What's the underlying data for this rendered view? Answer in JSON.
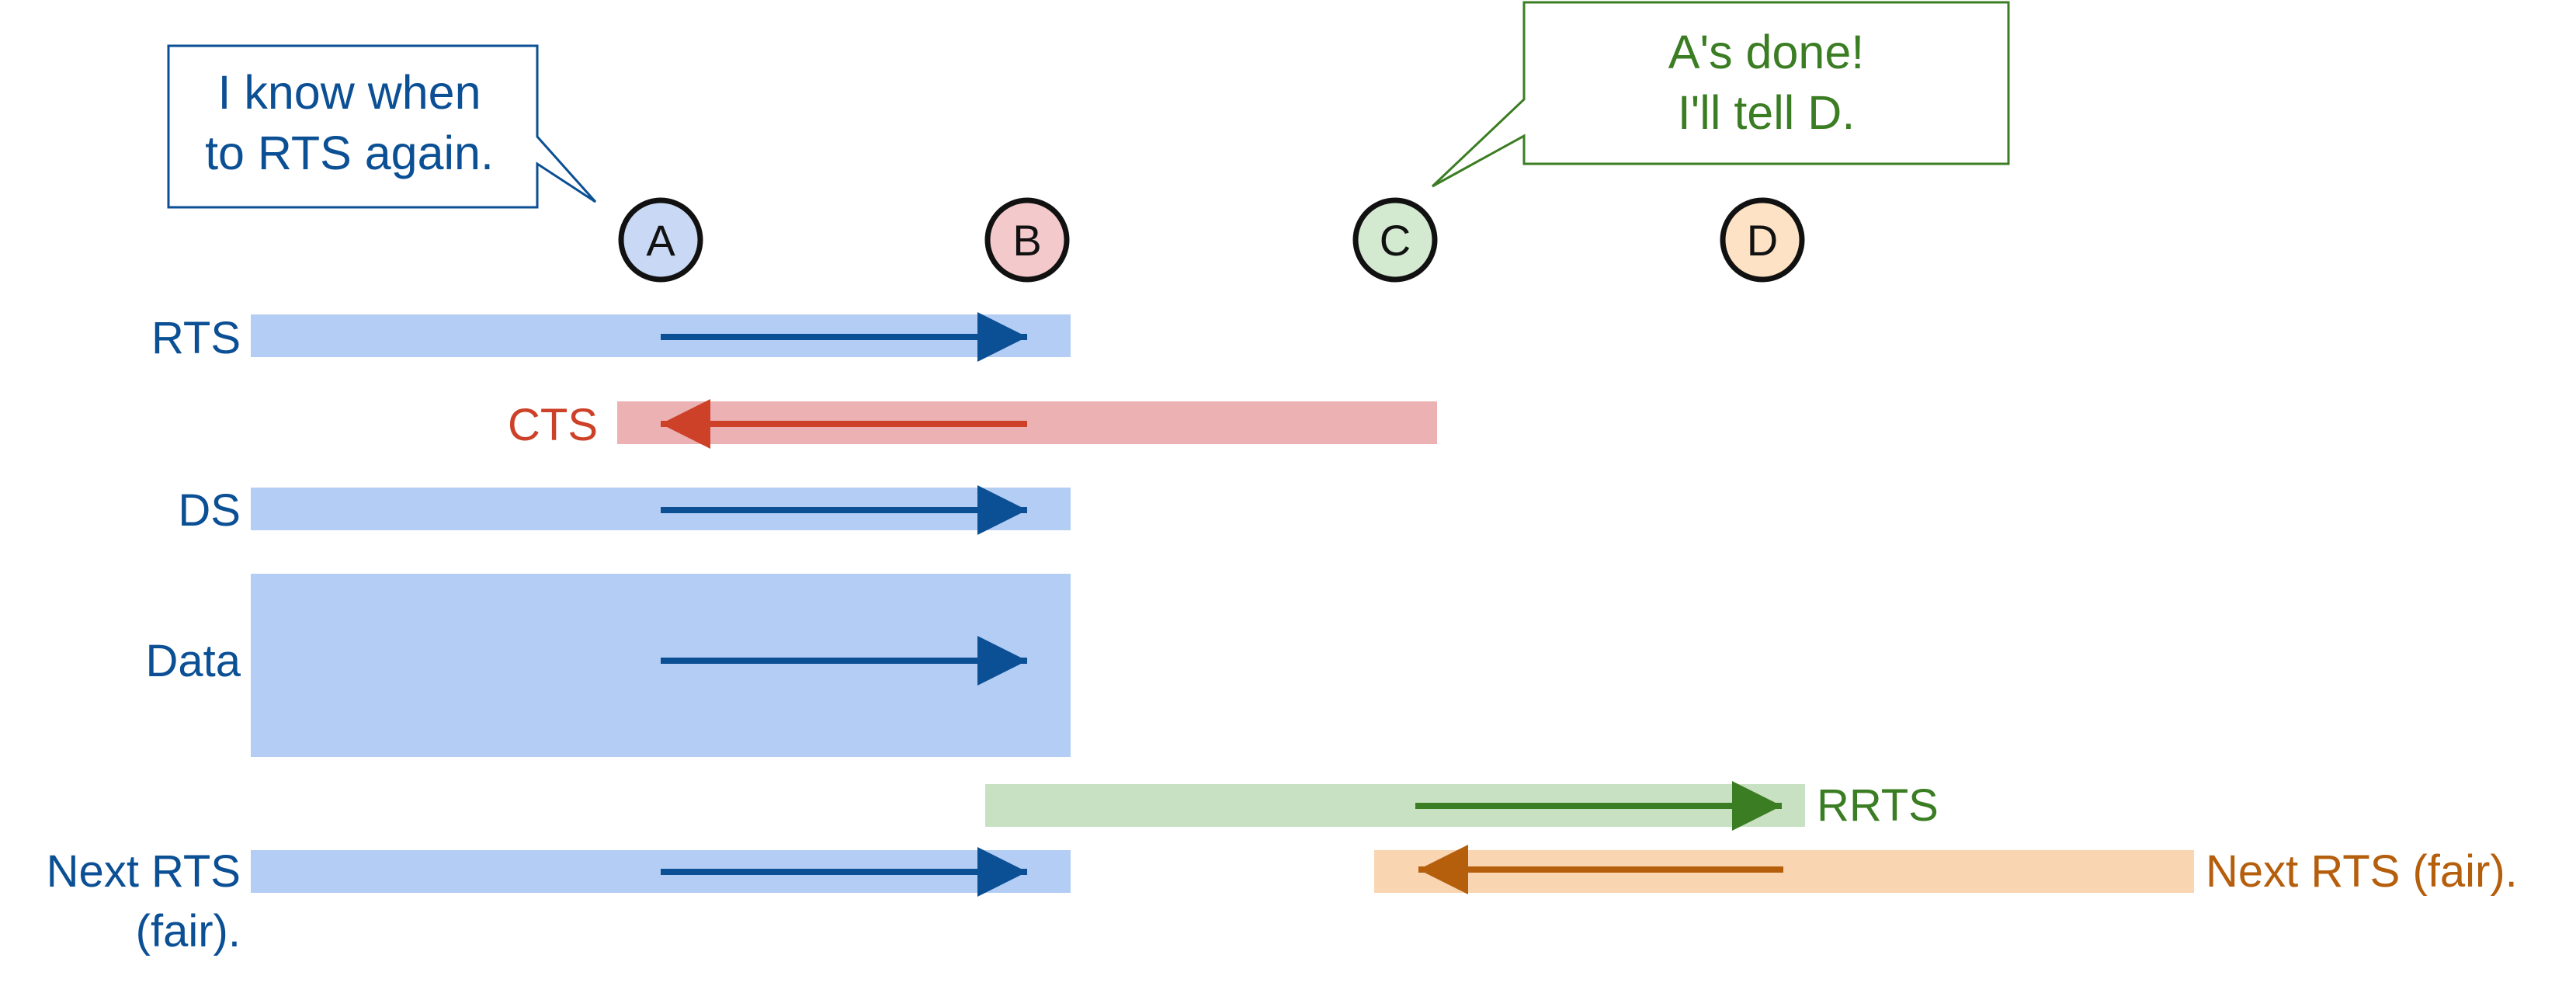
{
  "nodes": {
    "a": {
      "label": "A",
      "fill": "#c8d8f5"
    },
    "b": {
      "label": "B",
      "fill": "#f3c9cb"
    },
    "c": {
      "label": "C",
      "fill": "#d3ead1"
    },
    "d": {
      "label": "D",
      "fill": "#fde2c5"
    }
  },
  "callouts": {
    "a": {
      "lines": [
        "I know when",
        "to RTS again."
      ],
      "color": "#0b4f94"
    },
    "c": {
      "lines": [
        "A's done!",
        "I'll tell D."
      ],
      "color": "#3b7d23"
    }
  },
  "frames": {
    "rts": {
      "label": "RTS"
    },
    "cts": {
      "label": "CTS"
    },
    "ds": {
      "label": "DS"
    },
    "data": {
      "label": "Data"
    },
    "rrts": {
      "label": "RRTS"
    },
    "next_rts_a": {
      "label_lines": [
        "Next RTS",
        "(fair)."
      ]
    },
    "next_rts_d": {
      "label": "Next RTS (fair)."
    }
  },
  "colors": {
    "blue_bar": "#b4cdf4",
    "blue_arrow": "#0b4f94",
    "red_bar": "#ebb1b3",
    "red_arrow": "#cd4128",
    "green_bar": "#c8e1c2",
    "green_arrow": "#3b7d23",
    "orange_bar": "#f9d5b1",
    "orange_arrow": "#b55e0c"
  }
}
